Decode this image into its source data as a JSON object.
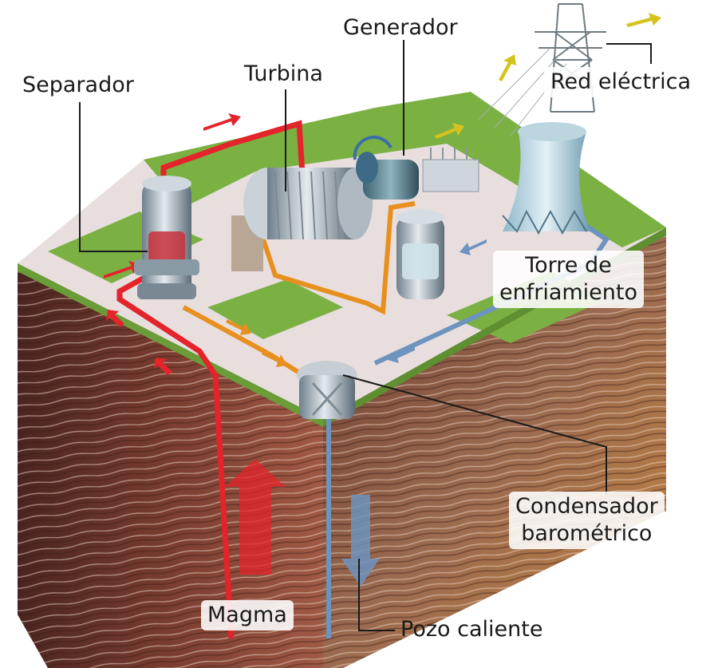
{
  "labels": {
    "separador": "Separador",
    "turbina": "Turbina",
    "generador": "Generador",
    "red_electrica": "Red eléctrica",
    "torre_line1": "Torre de",
    "torre_line2": "enfriamiento",
    "condensador_line1": "Condensador",
    "condensador_line2": "barométrico",
    "magma": "Magma",
    "pozo_caliente": "Pozo caliente"
  },
  "colors": {
    "hot_flow": "#e4232b",
    "steam_flow": "#e8901f",
    "cold_flow": "#6d93bf",
    "power_flow": "#d6c21e",
    "grass": "#7bb043",
    "ground_dark": "#5a2f26",
    "ground_light": "#c98a6a"
  }
}
